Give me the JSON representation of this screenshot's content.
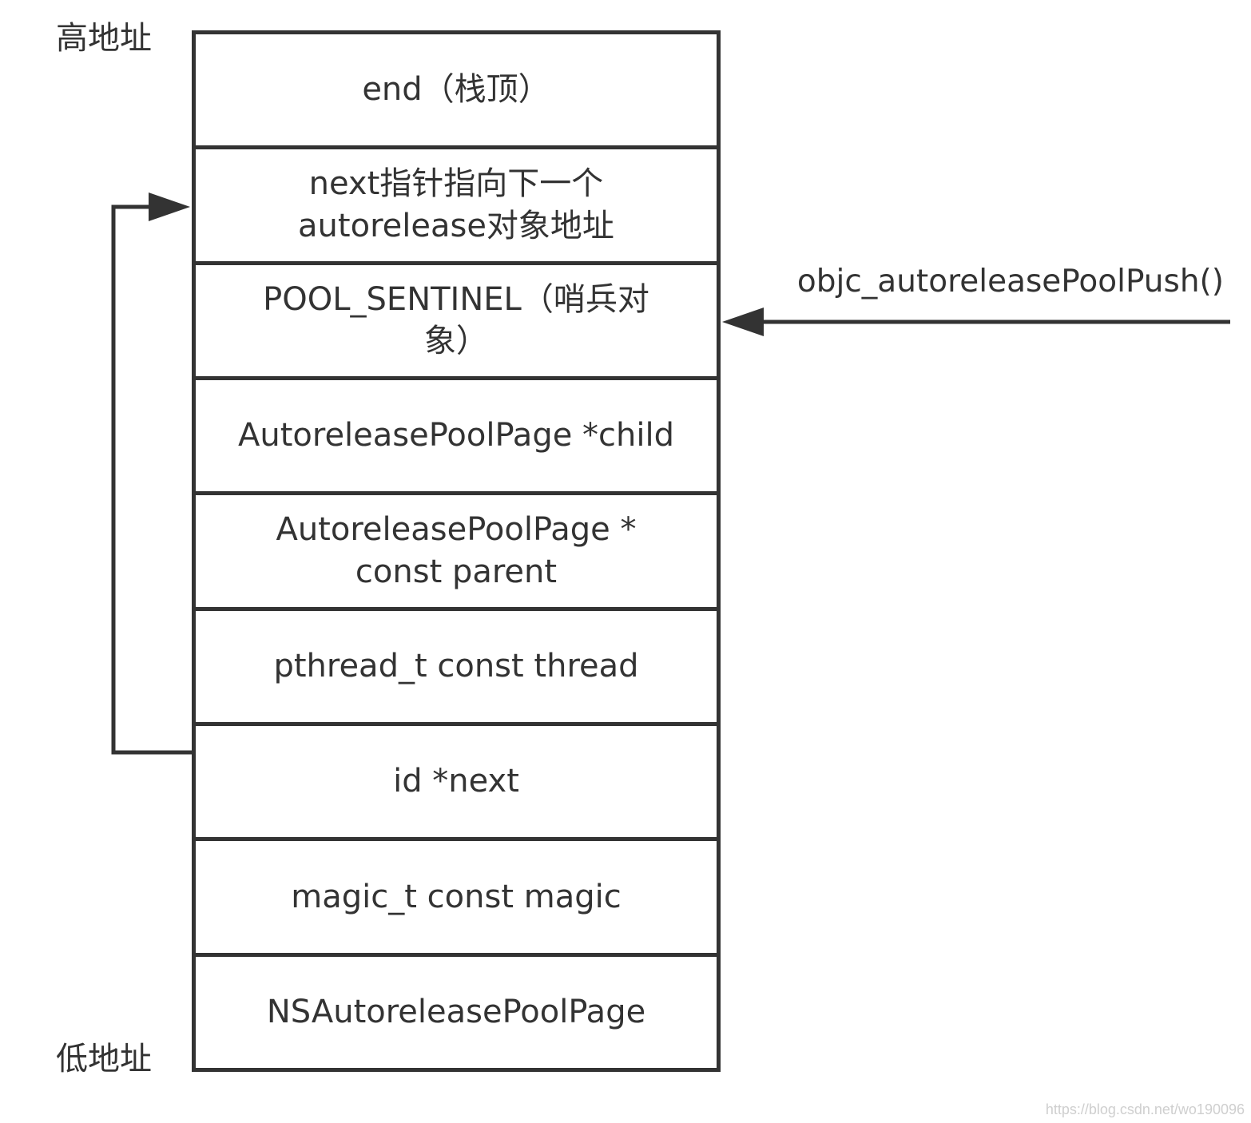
{
  "labels": {
    "high_address": "高地址",
    "low_address": "低地址",
    "push_call": "objc_autoreleasePoolPush()"
  },
  "stack": {
    "cells": [
      {
        "text": "end（栈顶）"
      },
      {
        "text": "next指针指向下一个\nautorelease对象地址"
      },
      {
        "text": "POOL_SENTINEL（哨兵对\n象）"
      },
      {
        "text": "AutoreleasePoolPage *child"
      },
      {
        "text": "AutoreleasePoolPage *\nconst parent"
      },
      {
        "text": "pthread_t const thread"
      },
      {
        "text": "id *next"
      },
      {
        "text": "magic_t const magic"
      },
      {
        "text": "NSAutoreleasePoolPage"
      }
    ]
  },
  "colors": {
    "line": "#333333",
    "text": "#333333",
    "background": "#ffffff"
  },
  "watermark": "https://blog.csdn.net/wo190096"
}
